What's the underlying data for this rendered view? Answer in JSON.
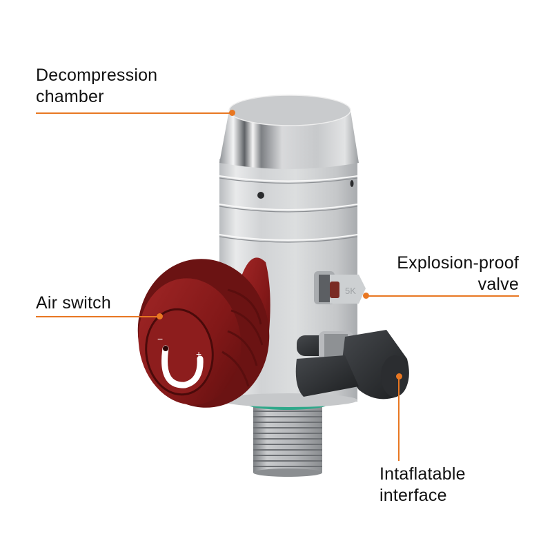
{
  "colors": {
    "accent": "#e87722",
    "text": "#111111",
    "knob_red": "#8e1c1c",
    "chrome": "#d4d6d8",
    "rubber_black": "#2b2d30",
    "seal_green": "#2fa88a"
  },
  "product": {
    "name": "regulator-valve",
    "marking": "5K"
  },
  "callouts": [
    {
      "id": "decompression-chamber",
      "lines": [
        "Decompression",
        "chamber"
      ]
    },
    {
      "id": "explosion-proof-valve",
      "lines": [
        "Explosion-proof",
        "valve"
      ]
    },
    {
      "id": "air-switch",
      "lines": [
        "Air switch"
      ]
    },
    {
      "id": "inflatable-interface",
      "lines": [
        "Intaflatable",
        "interface"
      ]
    }
  ],
  "dial": {
    "minus": "−",
    "plus": "+"
  }
}
